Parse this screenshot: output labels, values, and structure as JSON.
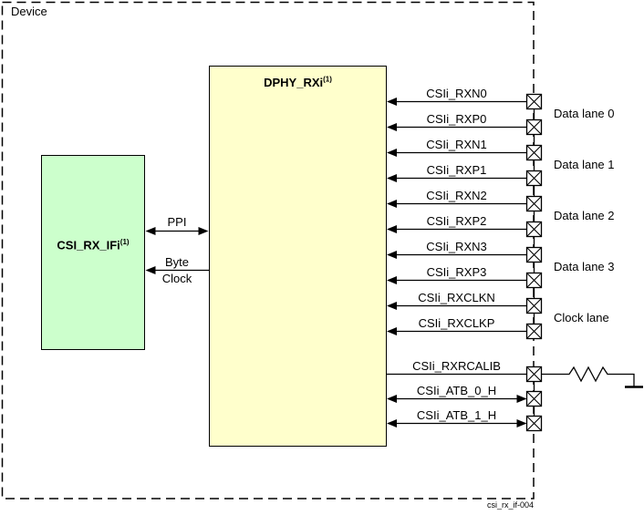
{
  "device_label": "Device",
  "figure_id": "csi_rx_if-004",
  "blocks": {
    "csi_rx_if": {
      "title": "CSI_RX_IFi",
      "sup": "(1)"
    },
    "dphy_rx": {
      "title": "DPHY_RXi",
      "sup": "(1)"
    }
  },
  "internal": {
    "ppi_label": "PPI",
    "byte_label": "Byte",
    "clock_label": "Clock"
  },
  "pad_signals": [
    {
      "label": "CSIi_RXN0"
    },
    {
      "label": "CSIi_RXP0"
    },
    {
      "label": "CSIi_RXN1"
    },
    {
      "label": "CSIi_RXP1"
    },
    {
      "label": "CSIi_RXN2"
    },
    {
      "label": "CSIi_RXP2"
    },
    {
      "label": "CSIi_RXN3"
    },
    {
      "label": "CSIi_RXP3"
    },
    {
      "label": "CSIi_RXCLKN"
    },
    {
      "label": "CSIi_RXCLKP"
    },
    {
      "label": "CSIi_RXRCALIB"
    },
    {
      "label": "CSIi_ATB_0_H"
    },
    {
      "label": "CSIi_ATB_1_H"
    }
  ],
  "lane_labels": [
    {
      "label": "Data lane 0"
    },
    {
      "label": "Data lane 1"
    },
    {
      "label": "Data lane 2"
    },
    {
      "label": "Data lane 3"
    },
    {
      "label": "Clock lane"
    }
  ],
  "colors": {
    "dphy_block_fill": "#ffffcc",
    "csi_block_fill": "#ccffcc",
    "line": "#000000",
    "background": "#ffffff"
  }
}
